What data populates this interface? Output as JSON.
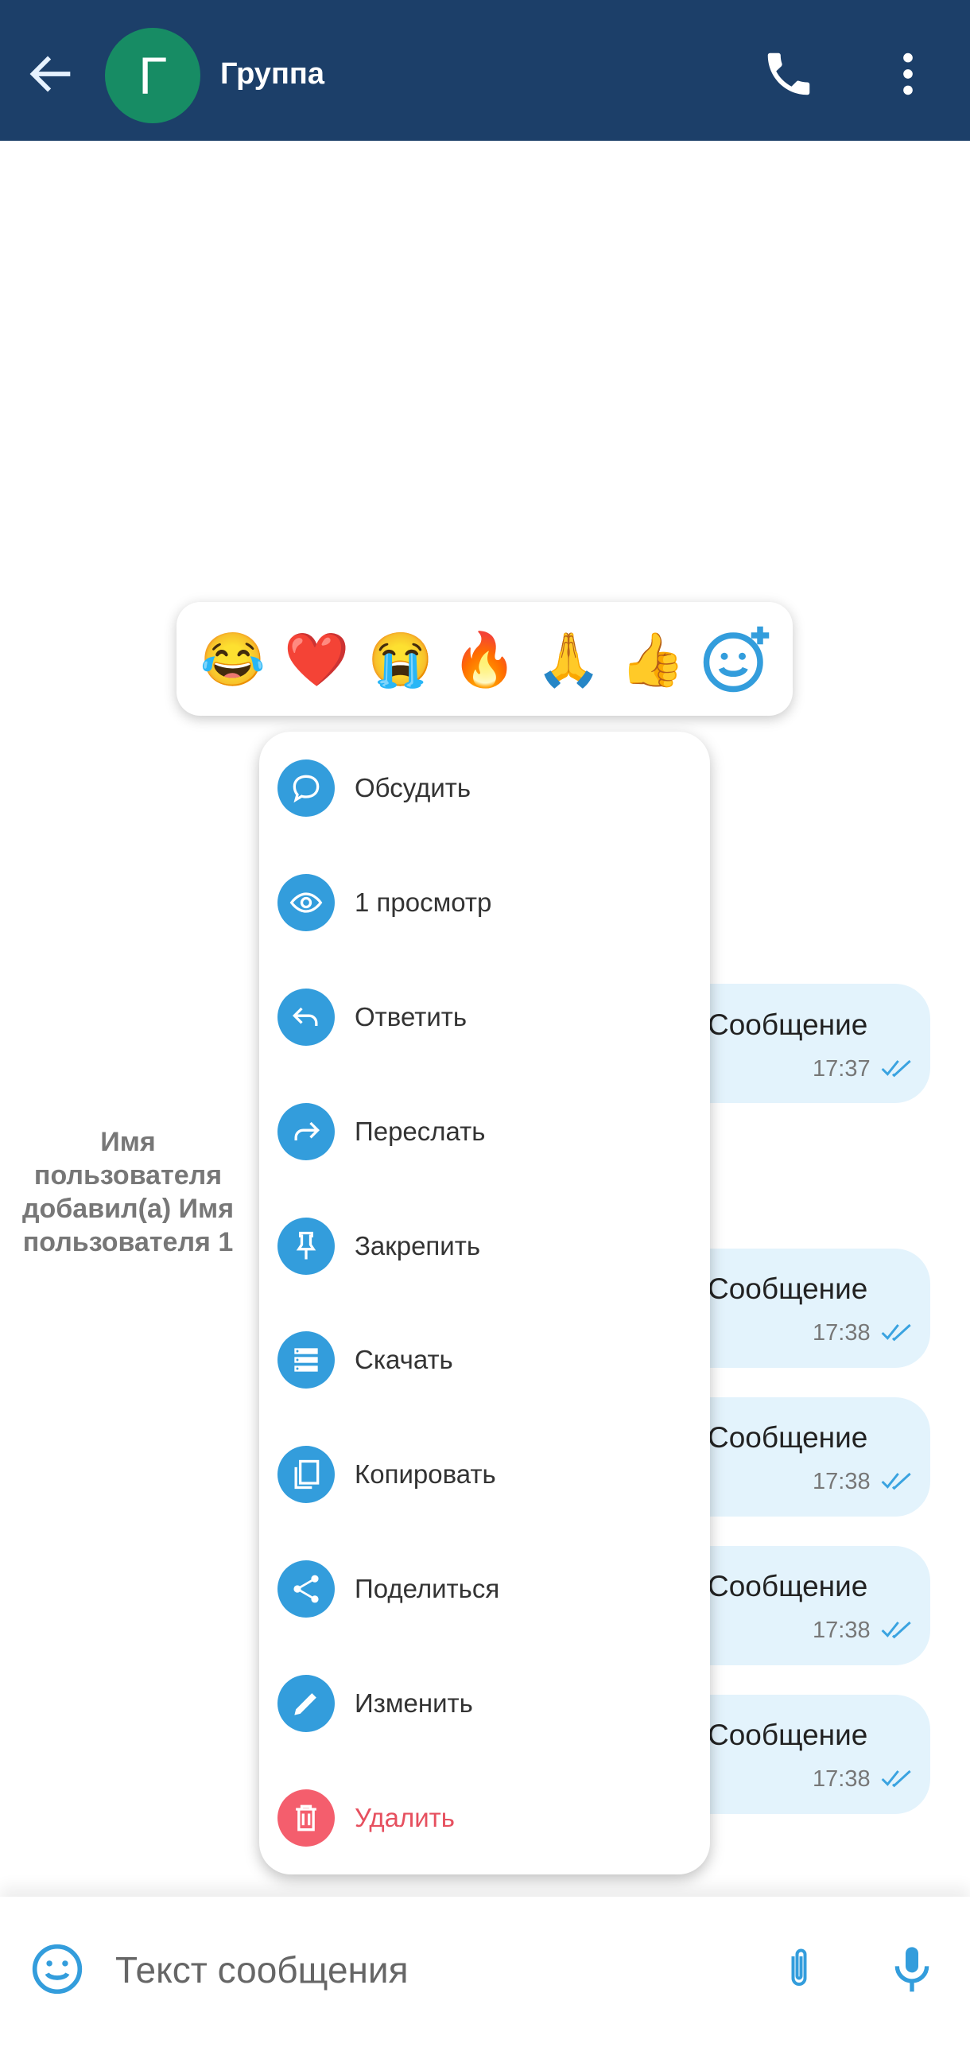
{
  "header": {
    "title": "Группа",
    "avatar_letter": "Г"
  },
  "reactions": [
    "😂",
    "❤️",
    "😭",
    "🔥",
    "🙏",
    "👍"
  ],
  "messages": [
    {
      "text": "Сообщение",
      "time": "17:37"
    },
    {
      "text": "Сообщение",
      "time": "17:38"
    },
    {
      "text": "Сообщение",
      "time": "17:38"
    },
    {
      "text": "Сообщение",
      "time": "17:38"
    },
    {
      "text": "Сообщение",
      "time": "17:38"
    }
  ],
  "system_message": "Имя пользователя добавил(а) Имя пользователя 1",
  "input": {
    "placeholder": "Текст сообщения"
  },
  "menu": [
    {
      "label": "Обсудить",
      "icon": "chat-bubble-icon"
    },
    {
      "label": "1 просмотр",
      "icon": "eye-icon"
    },
    {
      "label": "Ответить",
      "icon": "reply-icon"
    },
    {
      "label": "Переслать",
      "icon": "forward-icon"
    },
    {
      "label": "Закрепить",
      "icon": "pin-icon"
    },
    {
      "label": "Скачать",
      "icon": "download-icon"
    },
    {
      "label": "Копировать",
      "icon": "copy-icon"
    },
    {
      "label": "Поделиться",
      "icon": "share-icon"
    },
    {
      "label": "Изменить",
      "icon": "pencil-icon"
    },
    {
      "label": "Удалить",
      "icon": "trash-icon"
    }
  ],
  "colors": {
    "header": "#1c3f69",
    "accent": "#339ddc",
    "danger": "#f45e6d",
    "bubble": "#e3f3fc"
  }
}
